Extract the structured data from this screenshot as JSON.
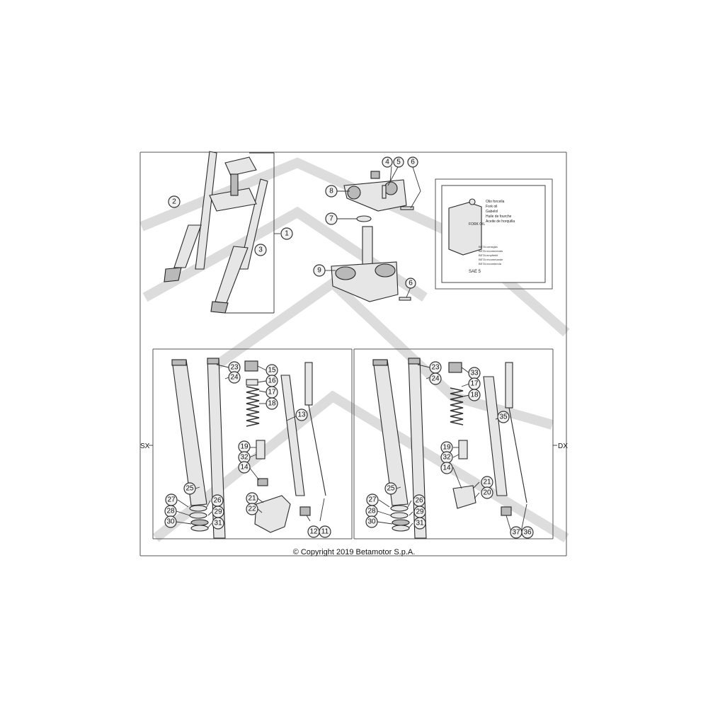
{
  "copyright": "© Copyright 2019 Betamotor S.p.A.",
  "side_labels": {
    "left": "SX",
    "right": "DX"
  },
  "oil_box": {
    "can_label": "FORK OIL",
    "lines": [
      "Olio forcella",
      "Fork oil",
      "Gabelol",
      "Huile de fourche",
      "Aceite de horquilla"
    ],
    "sub_lines": [
      "BETA consiglia",
      "BETA recommends",
      "BETA empfiehlt",
      "BETA recommande",
      "BETA recomienda"
    ],
    "grade": "SAE 5"
  },
  "callouts": {
    "c1": "1",
    "c2": "2",
    "c3": "3",
    "c4": "4",
    "c5": "5",
    "c6a": "6",
    "c6b": "6",
    "c7": "7",
    "c8": "8",
    "c9": "9",
    "L23": "23",
    "L24": "24",
    "L15": "15",
    "L16": "16",
    "L17": "17",
    "L18": "18",
    "L13": "13",
    "L19": "19",
    "L32": "32",
    "L14": "14",
    "L25": "25",
    "L27": "27",
    "L26": "26",
    "L28": "28",
    "L29": "29",
    "L30": "30",
    "L31": "31",
    "L21": "21",
    "L22": "22",
    "L12": "12",
    "L11": "11",
    "R23": "23",
    "R24": "24",
    "R33": "33",
    "R17": "17",
    "R18": "18",
    "R35": "35",
    "R19": "19",
    "R32": "32",
    "R14": "14",
    "R21": "21",
    "R20": "20",
    "R25": "25",
    "R27": "27",
    "R26": "26",
    "R28": "28",
    "R29": "29",
    "R30": "30",
    "R31": "31",
    "R37": "37",
    "R36": "36"
  }
}
